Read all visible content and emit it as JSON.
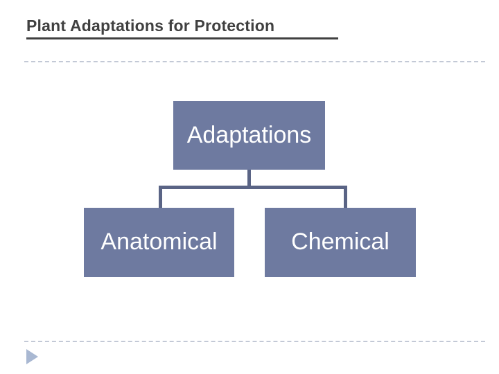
{
  "slide": {
    "title": "Plant Adaptations for Protection",
    "background_color": "#ffffff",
    "title_color": "#404040",
    "rule_color": "#c3c9d6"
  },
  "diagram": {
    "type": "hierarchy",
    "node_fill": "#6E7AA0",
    "node_text_color": "#ffffff",
    "connector_color": "#5A6485",
    "root": {
      "label": "Adaptations"
    },
    "children": [
      {
        "label": "Anatomical"
      },
      {
        "label": "Chemical"
      }
    ]
  },
  "footer": {
    "advance_icon": "play-triangle-icon",
    "advance_icon_color": "#A9B8D2"
  }
}
